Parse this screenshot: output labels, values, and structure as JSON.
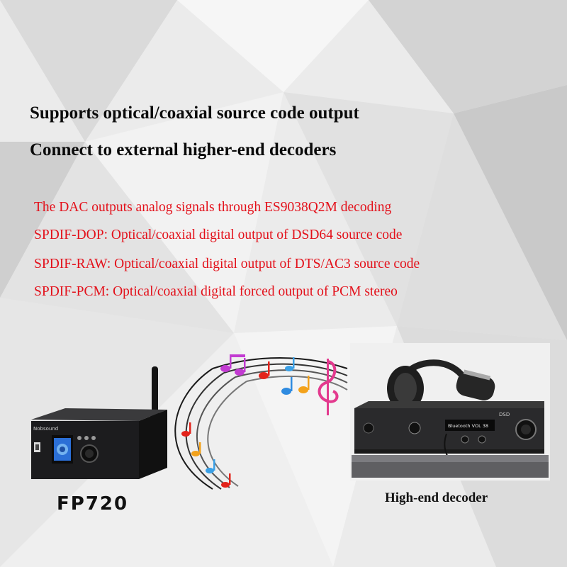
{
  "headlines": {
    "line1": "Supports optical/coaxial source code output",
    "line2": "Connect to external higher-end decoders"
  },
  "features": [
    "The DAC outputs analog signals through ES9038Q2M decoding",
    "SPDIF-DOP: Optical/coaxial digital output of DSD64 source code",
    "SPDIF-RAW: Optical/coaxial digital output of DTS/AC3 source code",
    "SPDIF-PCM: Optical/coaxial digital forced output of PCM stereo"
  ],
  "products": {
    "left_model": "FP720",
    "left_brand": "Nobsound",
    "right_caption": "High-end decoder",
    "right_display": "Bluetooth VOL 38",
    "right_badge": "DSD"
  },
  "colors": {
    "headline": "#0a0a0a",
    "feature_text": "#e3101a",
    "device_body": "#1c1c1e",
    "decoder_body": "#2a2a2c"
  },
  "icons": [
    "music-notes-icon",
    "antenna-icon",
    "headphones-icon"
  ]
}
